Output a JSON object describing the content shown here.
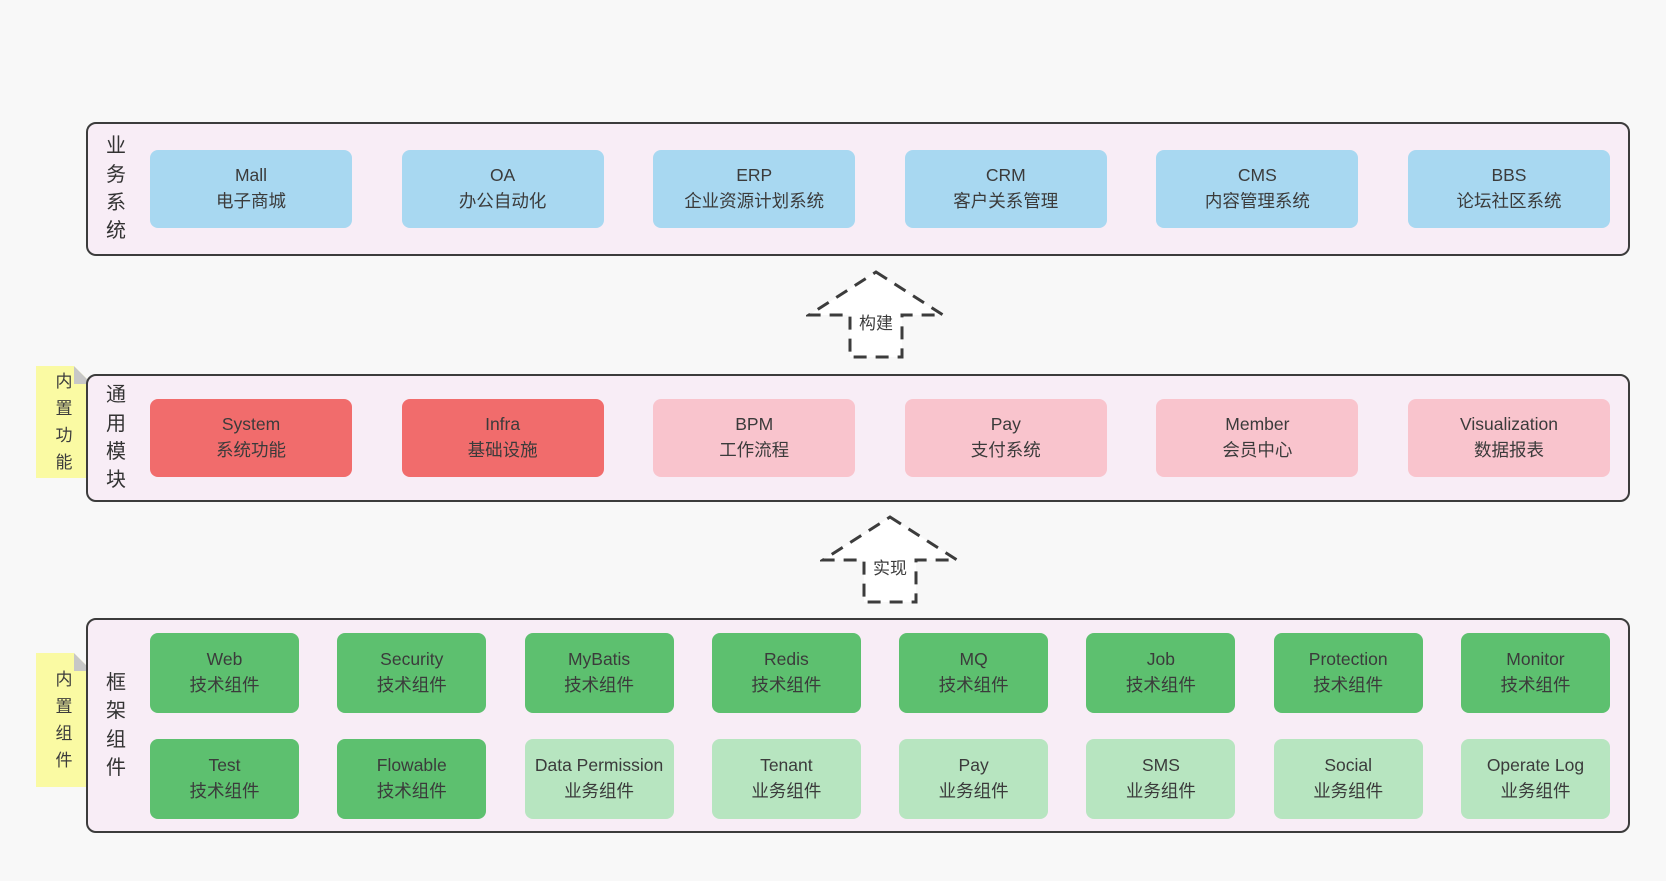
{
  "colors": {
    "page_background": "#f8f8f8",
    "layer_background": "#f8edf6",
    "layer_border": "#3c3c3c",
    "business_box": "#a8d8f1",
    "core_module_box": "#f16c6c",
    "optional_module_box": "#f9c4cd",
    "tech_component_box": "#5dc06f",
    "biz_component_box": "#b7e5c0",
    "sticky_note": "#fafaa3",
    "sticky_fold": "#c7c7c7",
    "text": "#3b3b3b"
  },
  "arrows": {
    "build": "构建",
    "implement": "实现"
  },
  "layers": {
    "business": {
      "label": "业务系统",
      "boxes": [
        {
          "title": "Mall",
          "subtitle": "电子商城",
          "variant": "blue"
        },
        {
          "title": "OA",
          "subtitle": "办公自动化",
          "variant": "blue"
        },
        {
          "title": "ERP",
          "subtitle": "企业资源计划系统",
          "variant": "blue"
        },
        {
          "title": "CRM",
          "subtitle": "客户关系管理",
          "variant": "blue"
        },
        {
          "title": "CMS",
          "subtitle": "内容管理系统",
          "variant": "blue"
        },
        {
          "title": "BBS",
          "subtitle": "论坛社区系统",
          "variant": "blue"
        }
      ]
    },
    "modules": {
      "label": "通用模块",
      "sticky": "内置功能",
      "boxes": [
        {
          "title": "System",
          "subtitle": "系统功能",
          "variant": "red"
        },
        {
          "title": "Infra",
          "subtitle": "基础设施",
          "variant": "red"
        },
        {
          "title": "BPM",
          "subtitle": "工作流程",
          "variant": "pink"
        },
        {
          "title": "Pay",
          "subtitle": "支付系统",
          "variant": "pink"
        },
        {
          "title": "Member",
          "subtitle": "会员中心",
          "variant": "pink"
        },
        {
          "title": "Visualization",
          "subtitle": "数据报表",
          "variant": "pink"
        }
      ]
    },
    "components": {
      "label": "框架组件",
      "sticky": "内置组件",
      "row1": [
        {
          "title": "Web",
          "subtitle": "技术组件",
          "variant": "green"
        },
        {
          "title": "Security",
          "subtitle": "技术组件",
          "variant": "green"
        },
        {
          "title": "MyBatis",
          "subtitle": "技术组件",
          "variant": "green"
        },
        {
          "title": "Redis",
          "subtitle": "技术组件",
          "variant": "green"
        },
        {
          "title": "MQ",
          "subtitle": "技术组件",
          "variant": "green"
        },
        {
          "title": "Job",
          "subtitle": "技术组件",
          "variant": "green"
        },
        {
          "title": "Protection",
          "subtitle": "技术组件",
          "variant": "green"
        },
        {
          "title": "Monitor",
          "subtitle": "技术组件",
          "variant": "green"
        }
      ],
      "row2": [
        {
          "title": "Test",
          "subtitle": "技术组件",
          "variant": "green"
        },
        {
          "title": "Flowable",
          "subtitle": "技术组件",
          "variant": "green"
        },
        {
          "title": "Data Permission",
          "subtitle": "业务组件",
          "variant": "lightgreen"
        },
        {
          "title": "Tenant",
          "subtitle": "业务组件",
          "variant": "lightgreen"
        },
        {
          "title": "Pay",
          "subtitle": "业务组件",
          "variant": "lightgreen"
        },
        {
          "title": "SMS",
          "subtitle": "业务组件",
          "variant": "lightgreen"
        },
        {
          "title": "Social",
          "subtitle": "业务组件",
          "variant": "lightgreen"
        },
        {
          "title": "Operate Log",
          "subtitle": "业务组件",
          "variant": "lightgreen"
        }
      ]
    }
  }
}
